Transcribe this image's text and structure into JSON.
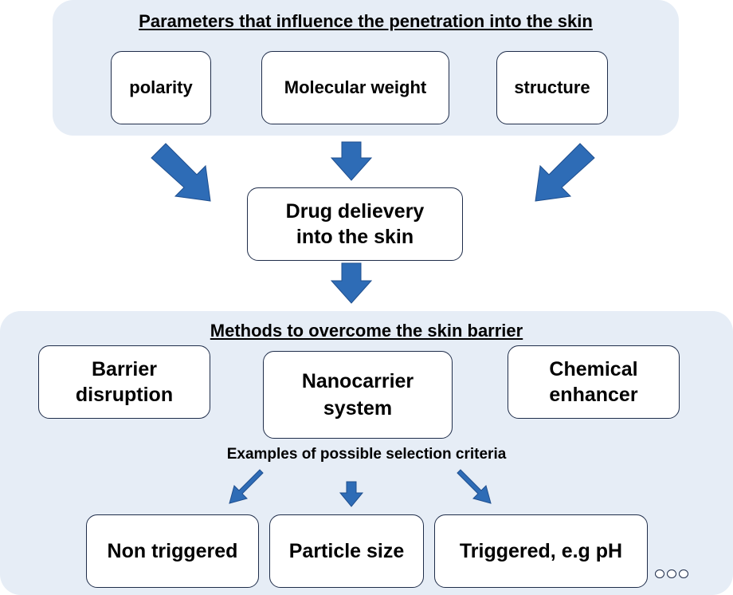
{
  "colors": {
    "panel": "#e6edf6",
    "arrow": "#2e6cb6",
    "border": "#1f2d4a"
  },
  "top_panel": {
    "heading": "Parameters that influence the penetration into the skin",
    "items": [
      "polarity",
      "Molecular weight",
      "structure"
    ]
  },
  "center_node": {
    "lines": [
      "Drug delievery",
      "into the skin"
    ]
  },
  "bottom_panel": {
    "heading": "Methods to overcome the skin barrier",
    "methods": [
      {
        "lines": [
          "Barrier",
          "disruption"
        ]
      },
      {
        "lines": [
          "Nanocarrier",
          "system"
        ]
      },
      {
        "lines": [
          "Chemical",
          "enhancer"
        ]
      }
    ],
    "criteria_caption": "Examples of possible selection criteria",
    "criteria": [
      "Non triggered",
      "Particle size",
      "Triggered, e.g pH"
    ],
    "ellipsis_icon": "three-circles-icon"
  }
}
